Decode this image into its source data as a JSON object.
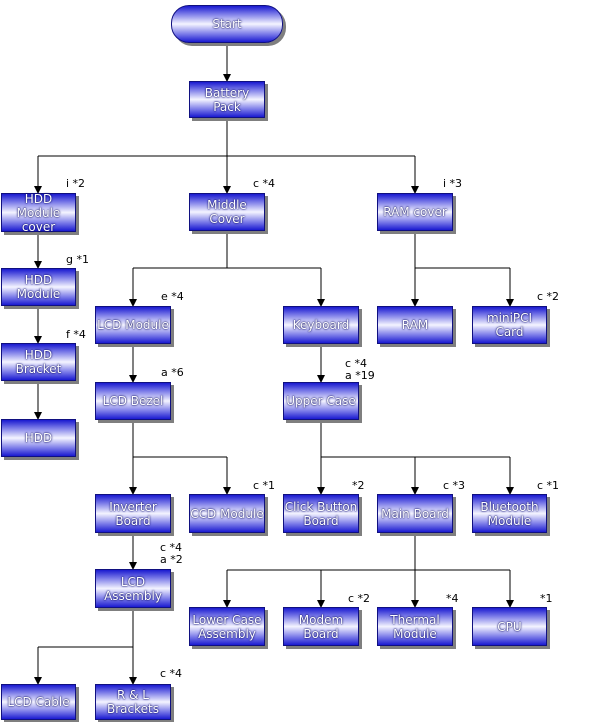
{
  "diagram": {
    "nodes": {
      "start": "Start",
      "battery": "Battery Pack",
      "hdd_cover": "HDD Module\ncover",
      "middle_cover": "Middle Cover",
      "ram_cover": "RAM cover",
      "hdd_module": "HDD Module",
      "hdd_bracket": "HDD Bracket",
      "hdd": "HDD",
      "lcd_module": "LCD Module",
      "keyboard": "Keyboard",
      "ram": "RAM",
      "minipci": "miniPCI Card",
      "lcd_bezel": "LCD Bezel",
      "upper_case": "Upper Case",
      "inverter": "Inverter\nBoard",
      "ccd": "CCD Module",
      "click_button": "Click Button\nBoard",
      "main_board": "Main Board",
      "bluetooth": "Bluetooth\nModule",
      "lcd_assembly": "LCD\nAssembly",
      "lower_case": "Lower Case\nAssembly",
      "modem": "Modem\nBoard",
      "thermal": "Thermal\nModule",
      "cpu": "CPU",
      "lcd_cable": "LCD Cable",
      "brackets": "R & L\nBrackets"
    },
    "screws": {
      "hdd_cover": "i *2",
      "middle_cover": "c *4",
      "ram_cover": "i *3",
      "hdd_module": "g *1",
      "hdd_bracket": "f *4",
      "lcd_module": "e *4",
      "minipci": "c *2",
      "lcd_bezel": "a *6",
      "upper_case": "c *4\na *19",
      "ccd": "c *1",
      "click_button": "*2",
      "main_board": "c *3",
      "bluetooth": "c *1",
      "lcd_assembly": "c *4\na *2",
      "modem": "c *2",
      "thermal": "*4",
      "cpu": "*1",
      "brackets": "c *4"
    }
  }
}
